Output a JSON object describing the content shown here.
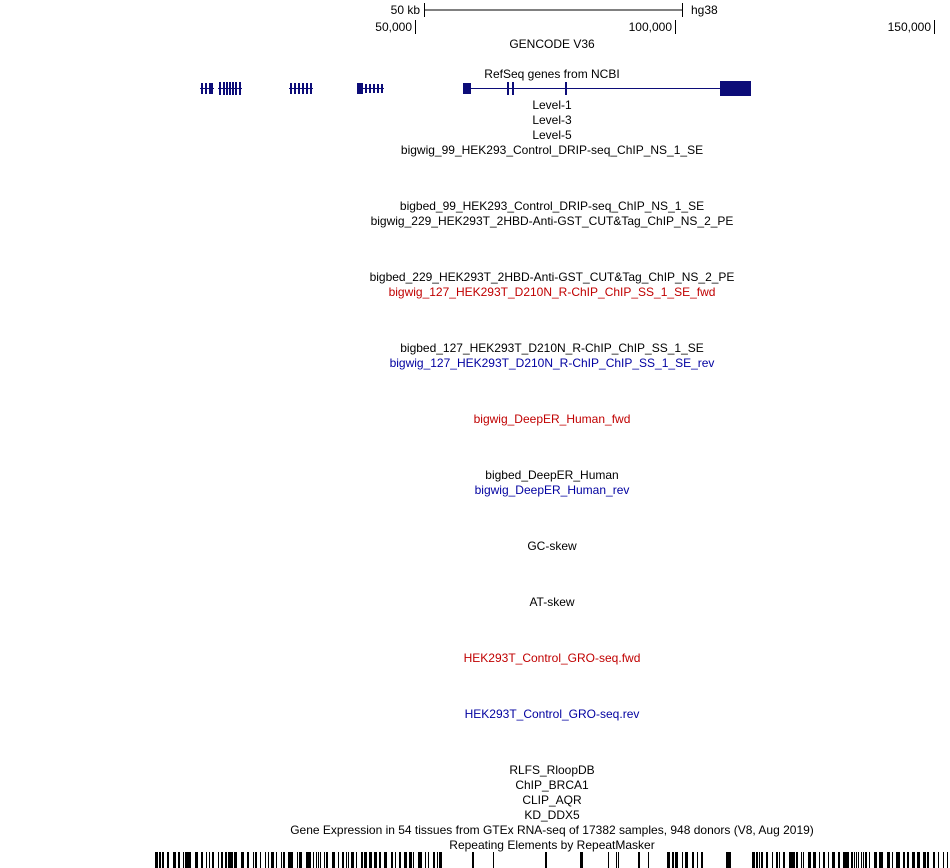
{
  "ruler": {
    "scale_label": "50 kb",
    "assembly": "hg38",
    "ticks": [
      "50,000",
      "100,000",
      "150,000"
    ]
  },
  "gencode_label": "GENCODE V36",
  "refseq_label": "RefSeq genes from NCBI",
  "colors": {
    "gene": "#0c0c78",
    "plus_strand": "#c00000",
    "minus_strand": "#0000a0",
    "default": "#000000"
  },
  "tracks": [
    {
      "label": "Level-1",
      "strand": "none"
    },
    {
      "label": "Level-3",
      "strand": "none"
    },
    {
      "label": "Level-5",
      "strand": "none"
    },
    {
      "label": "bigwig_99_HEK293_Control_DRIP-seq_ChIP_NS_1_SE",
      "strand": "none"
    },
    {
      "label": "bigbed_99_HEK293_Control_DRIP-seq_ChIP_NS_1_SE",
      "strand": "none"
    },
    {
      "label": "bigwig_229_HEK293T_2HBD-Anti-GST_CUT&Tag_ChIP_NS_2_PE",
      "strand": "none"
    },
    {
      "label": "bigbed_229_HEK293T_2HBD-Anti-GST_CUT&Tag_ChIP_NS_2_PE",
      "strand": "none"
    },
    {
      "label": "bigwig_127_HEK293T_D210N_R-ChIP_ChIP_SS_1_SE_fwd",
      "strand": "plus"
    },
    {
      "label": "bigbed_127_HEK293T_D210N_R-ChIP_ChIP_SS_1_SE",
      "strand": "none"
    },
    {
      "label": "bigwig_127_HEK293T_D210N_R-ChIP_ChIP_SS_1_SE_rev",
      "strand": "minus"
    },
    {
      "label": "bigwig_DeepER_Human_fwd",
      "strand": "plus"
    },
    {
      "label": "bigbed_DeepER_Human",
      "strand": "none"
    },
    {
      "label": "bigwig_DeepER_Human_rev",
      "strand": "minus"
    },
    {
      "label": "GC-skew",
      "strand": "none"
    },
    {
      "label": "AT-skew",
      "strand": "none"
    },
    {
      "label": "HEK293T_Control_GRO-seq.fwd",
      "strand": "plus"
    },
    {
      "label": "HEK293T_Control_GRO-seq.rev",
      "strand": "minus"
    },
    {
      "label": "RLFS_RloopDB",
      "strand": "none"
    },
    {
      "label": "ChIP_BRCA1",
      "strand": "none"
    },
    {
      "label": "CLIP_AQR",
      "strand": "none"
    },
    {
      "label": "KD_DDX5",
      "strand": "none"
    },
    {
      "label": "Gene Expression in 54 tissues from GTEx RNA-seq of 17382 samples, 948 donors (V8, Aug 2019)",
      "strand": "none"
    },
    {
      "label": "Repeating Elements by RepeatMasker",
      "strand": "none"
    }
  ]
}
